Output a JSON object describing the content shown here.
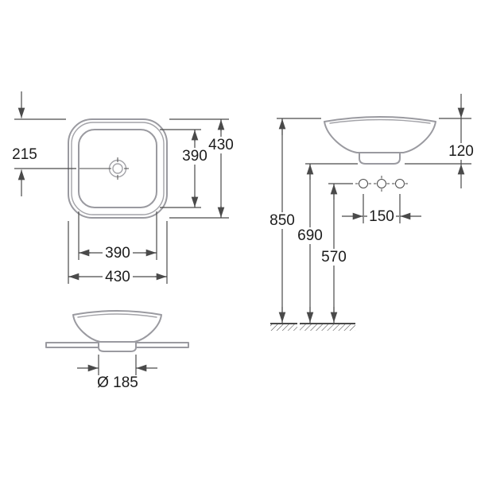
{
  "drawing_type": "washbasin-dimension-drawing",
  "colors": {
    "background": "#ffffff",
    "part_outline": "#9a9aa0",
    "dimension_line": "#4a4a4a",
    "label_text": "#1c1c1c"
  },
  "dimensions": {
    "plan_center_offset": "215",
    "plan_outer_height": "430",
    "plan_inner_height": "390",
    "plan_inner_width": "390",
    "plan_outer_width": "430",
    "side_base_diameter": "Ø 185",
    "front_basin_height": "120",
    "front_rim_height": "850",
    "front_underside_height": "690",
    "front_hole_height": "570",
    "front_hole_spacing": "150"
  }
}
